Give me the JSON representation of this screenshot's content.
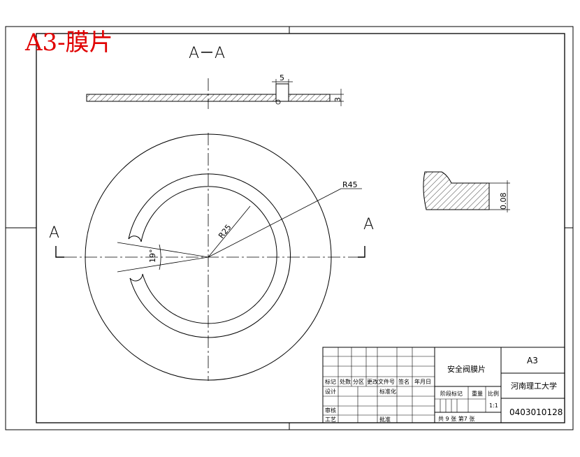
{
  "header": {
    "title": "A3-膜片"
  },
  "views": {
    "section_label": "A－A",
    "cut_left": "A",
    "cut_right": "A"
  },
  "dimensions": {
    "slot_width": "5",
    "thickness": "3",
    "outer_radius": "R45",
    "inner_radius": "R25",
    "angle": "19°",
    "detail_depth": "0.08"
  },
  "title_block": {
    "part_name": "安全阀膜片",
    "paper_size": "A3",
    "school": "河南理工大学",
    "drawing_no": "0403010128",
    "scale_value": "1:1",
    "sheet_info": "共 9 张 第7 张",
    "labels": {
      "mark": "标记",
      "count": "处数",
      "zone": "分区",
      "change_doc": "更改文件号",
      "signature": "签名",
      "date": "年月日",
      "design": "设计",
      "standardize": "标准化",
      "stage_mark": "阶段标记",
      "weight": "重量",
      "scale": "比例",
      "review": "审核",
      "process": "工艺",
      "approve": "批准"
    }
  }
}
